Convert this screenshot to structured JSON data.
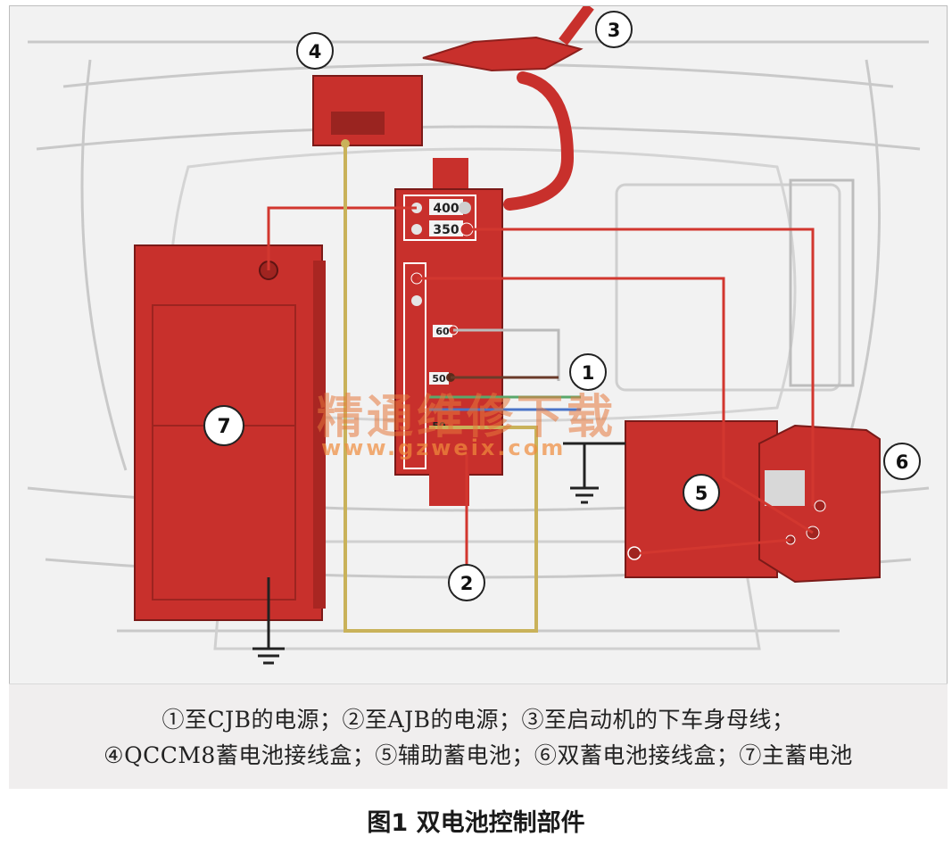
{
  "diagram": {
    "callouts": [
      "1",
      "2",
      "3",
      "4",
      "5",
      "6",
      "7"
    ],
    "fuse_labels": [
      "400",
      "350",
      "60",
      "50",
      "50"
    ],
    "watermark_cn": "精通维修下载",
    "watermark_url": "www.gzweix.com"
  },
  "caption": {
    "line1": "①至CJB的电源；②至AJB的电源；③至启动机的下车身母线；",
    "line2": "④QCCM8蓄电池接线盒；⑤辅助蓄电池；⑥双蓄电池接线盒；⑦主蓄电池"
  },
  "figure_title": "图1 双电池控制部件",
  "colors": {
    "component_red": "#c8302c",
    "wire_red": "#d2372f",
    "wire_yellow": "#c9b25a",
    "wire_green": "#5aa86a",
    "wire_blue": "#4a74c8"
  }
}
